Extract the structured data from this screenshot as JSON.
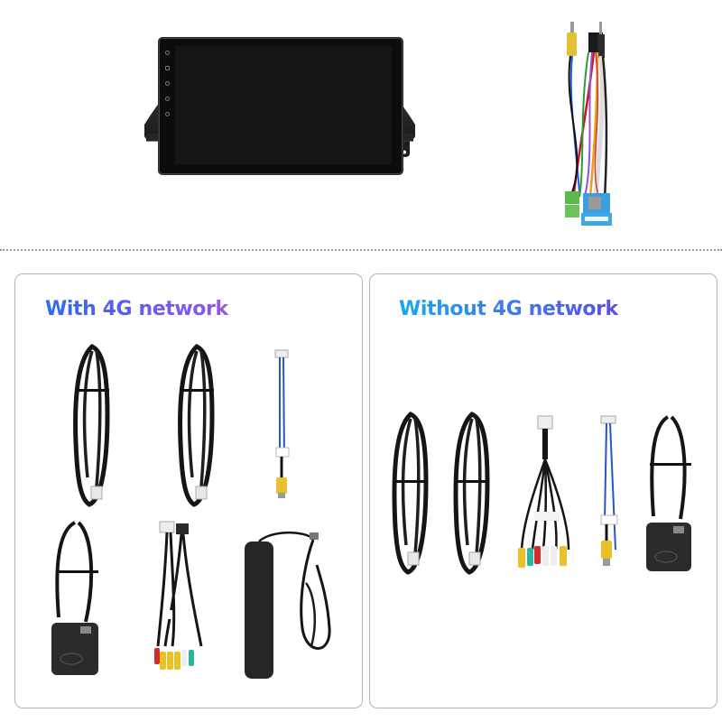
{
  "top_section": {
    "head_unit": {
      "label": "Car stereo head unit with dash trim frame",
      "side_buttons": [
        "power-icon",
        "home-icon",
        "back-icon",
        "volume-up-icon",
        "volume-down-icon"
      ]
    },
    "harness": {
      "label": "Power wiring harness with connectors"
    }
  },
  "panels": [
    {
      "title": "With 4G network",
      "gradient": [
        "#2e6cf0",
        "#9a55ea"
      ],
      "items": [
        {
          "name": "USB extension cable 1"
        },
        {
          "name": "USB extension cable 2"
        },
        {
          "name": "Reverse camera input cable"
        },
        {
          "name": "GPS antenna"
        },
        {
          "name": "RCA AV output cable"
        },
        {
          "name": "4G antenna"
        }
      ]
    },
    {
      "title": "Without 4G network",
      "gradient": [
        "#17a9f2",
        "#5c4fe3"
      ],
      "items": [
        {
          "name": "USB extension cable 1"
        },
        {
          "name": "USB extension cable 2"
        },
        {
          "name": "RCA AV output cable"
        },
        {
          "name": "Reverse camera input cable"
        },
        {
          "name": "GPS antenna"
        }
      ]
    }
  ]
}
